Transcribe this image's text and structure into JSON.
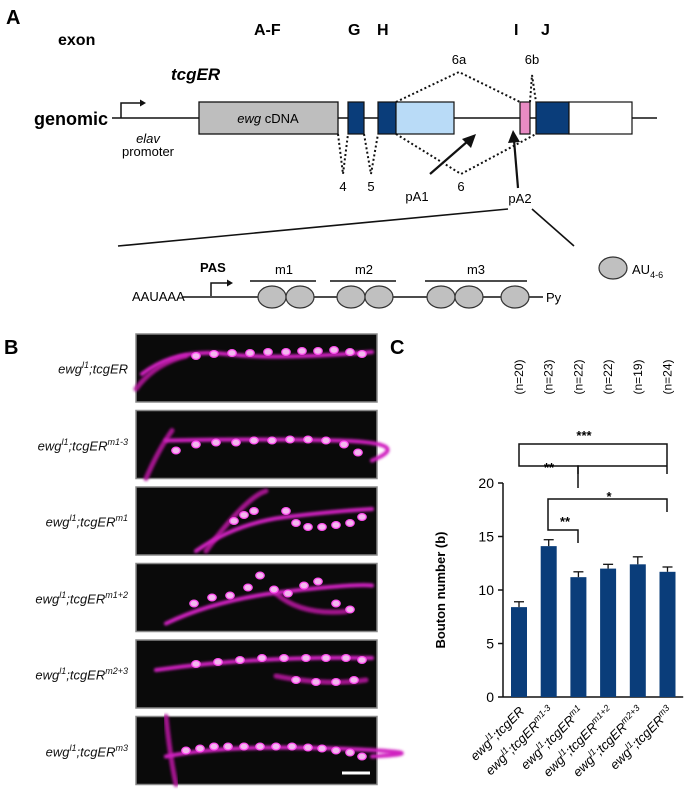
{
  "panelA": {
    "label": "A",
    "exon_label": "exon",
    "exon_groups": [
      "A-F",
      "G",
      "H",
      "I",
      "J"
    ],
    "construct_name": "tcgER",
    "genomic_label": "genomic",
    "promoter_gene": "elav",
    "promoter_text": "promoter",
    "cdna_gene": "ewg",
    "cdna_text": " cDNA",
    "splice_labels": [
      "6a",
      "6b",
      "4",
      "5",
      "6"
    ],
    "pa_sites": [
      "pA1",
      "pA2"
    ],
    "pas_label": "PAS",
    "left_seq": "AAUAAA",
    "motifs": [
      "m1",
      "m2",
      "m3"
    ],
    "py_label": "Py",
    "legend_base": "AU",
    "legend_sub": "4-6",
    "colors": {
      "exon": "#0a3d7a",
      "cdna": "#bebebe",
      "alt_exon": "#b9dbf7",
      "pink": "#e98bc4"
    }
  },
  "panelB": {
    "label": "B",
    "rows": [
      {
        "base": "ewg",
        "sup1": "l1",
        "mid": ";tcgER",
        "sup2": ""
      },
      {
        "base": "ewg",
        "sup1": "l1",
        "mid": ";tcgER",
        "sup2": "m1-3"
      },
      {
        "base": "ewg",
        "sup1": "l1",
        "mid": ";tcgER",
        "sup2": "m1"
      },
      {
        "base": "ewg",
        "sup1": "l1",
        "mid": ";tcgER",
        "sup2": "m1+2"
      },
      {
        "base": "ewg",
        "sup1": "l1",
        "mid": ";tcgER",
        "sup2": "m2+3"
      },
      {
        "base": "ewg",
        "sup1": "l1",
        "mid": ";tcgER",
        "sup2": "m3"
      }
    ]
  },
  "panelC": {
    "label": "C",
    "sig": [
      "***",
      "**",
      "*",
      "**"
    ]
  },
  "chart_data": {
    "type": "bar",
    "ylabel": "Bouton number (b)",
    "ylim": [
      0,
      20
    ],
    "yticks": [
      0,
      5,
      10,
      15,
      20
    ],
    "categories": [
      {
        "base": "ewg",
        "sup1": "l1",
        "mid": ";tcgER",
        "sup2": ""
      },
      {
        "base": "ewg",
        "sup1": "l1",
        "mid": ";tcgER",
        "sup2": "m1-3"
      },
      {
        "base": "ewg",
        "sup1": "l1",
        "mid": ";tcgER",
        "sup2": "m1"
      },
      {
        "base": "ewg",
        "sup1": "l1",
        "mid": ";tcgER",
        "sup2": "m1+2"
      },
      {
        "base": "ewg",
        "sup1": "l1",
        "mid": ";tcgER",
        "sup2": "m2+3"
      },
      {
        "base": "ewg",
        "sup1": "l1",
        "mid": ";tcgER",
        "sup2": "m3"
      }
    ],
    "values": [
      8.4,
      14.1,
      11.2,
      12.0,
      12.4,
      11.7
    ],
    "errors": [
      0.5,
      0.6,
      0.5,
      0.4,
      0.7,
      0.45
    ],
    "n": [
      "(n=20)",
      "(n=23)",
      "(n=22)",
      "(n=22)",
      "(n=19)",
      "(n=24)"
    ],
    "bar_color": "#0a3d7a",
    "grid": false
  }
}
